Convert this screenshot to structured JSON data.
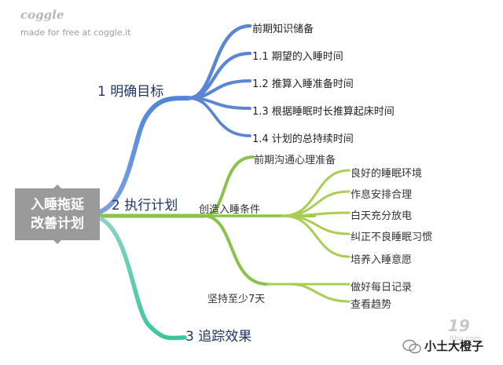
{
  "brand": {
    "name": "coggle",
    "subtitle": "made for free at coggle.it"
  },
  "root": {
    "line1": "入睡拖延",
    "line2": "改善计划"
  },
  "branch1": {
    "label": "1 明确目标",
    "color": "#5b86d6",
    "children": [
      "前期知识储备",
      "1.1 期望的入睡时间",
      "1.2 推算入睡准备时间",
      "1.3 根据睡眠时长推算起床时间",
      "1.4 计划的总持续时间"
    ]
  },
  "branch2": {
    "label": "2 执行计划",
    "color": "#8bc34a",
    "prep": "前期沟通心理准备",
    "create": {
      "label": "创造入睡条件",
      "children": [
        "良好的睡眠环境",
        "作息安排合理",
        "白天充分放电",
        "纠正不良睡眠习惯",
        "培养入睡意愿"
      ]
    },
    "persist": {
      "label": "坚持至少7天",
      "children": [
        "做好每日记录",
        "查看趋势"
      ]
    }
  },
  "branch3": {
    "label": "3 追踪效果",
    "color": "#4fcca8"
  },
  "watermark": {
    "text": "小土大橙子",
    "site_number": "19",
    "site_text": "ltbu.com"
  }
}
